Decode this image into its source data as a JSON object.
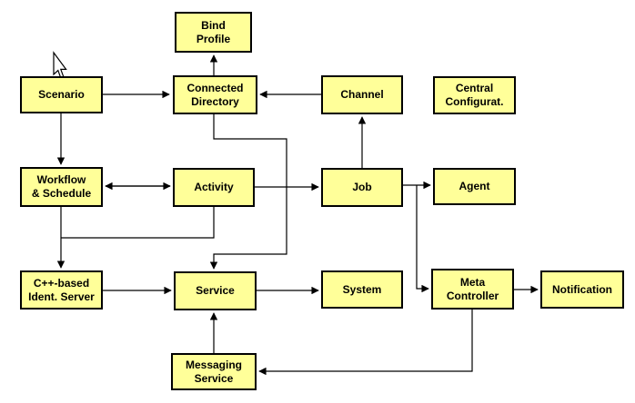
{
  "diagram": {
    "background_color": "#ffffff",
    "node_fill_color": "#ffff99",
    "node_border_color": "#000000",
    "connector_color": "#000000",
    "nodes": {
      "bind_profile": {
        "label": "Bind\nProfile"
      },
      "scenario": {
        "label": "Scenario"
      },
      "connected_directory": {
        "label": "Connected\nDirectory"
      },
      "channel": {
        "label": "Channel"
      },
      "central_configurator": {
        "label": "Central\nConfigurat."
      },
      "workflow_schedule": {
        "label": "Workflow\n& Schedule"
      },
      "activity": {
        "label": "Activity"
      },
      "job": {
        "label": "Job"
      },
      "agent": {
        "label": "Agent"
      },
      "cpp_ident_server": {
        "label": "C++-based\nIdent. Server"
      },
      "service": {
        "label": "Service"
      },
      "system": {
        "label": "System"
      },
      "meta_controller": {
        "label": "Meta\nController"
      },
      "notification": {
        "label": "Notification"
      },
      "messaging_service": {
        "label": "Messaging\nService"
      }
    },
    "edges": [
      {
        "from": "Scenario",
        "to": "Connected Directory",
        "bidirectional": false
      },
      {
        "from": "Channel",
        "to": "Connected Directory",
        "bidirectional": false
      },
      {
        "from": "Connected Directory",
        "to": "Bind Profile",
        "bidirectional": false
      },
      {
        "from": "Scenario",
        "to": "Workflow & Schedule",
        "bidirectional": false
      },
      {
        "from": "Workflow & Schedule",
        "to": "Activity",
        "bidirectional": true
      },
      {
        "from": "Activity",
        "to": "Job",
        "bidirectional": false
      },
      {
        "from": "Job",
        "to": "Channel",
        "bidirectional": false
      },
      {
        "from": "Job",
        "to": "Agent",
        "bidirectional": false
      },
      {
        "from": "Job",
        "to": "Meta Controller",
        "bidirectional": false
      },
      {
        "from": "Connected Directory",
        "to": "Service",
        "bidirectional": false
      },
      {
        "from": "Workflow & Schedule",
        "to": "C++-based Ident. Server",
        "bidirectional": false
      },
      {
        "from": "Activity",
        "to": "C++-based Ident. Server",
        "bidirectional": false
      },
      {
        "from": "C++-based Ident. Server",
        "to": "Service",
        "bidirectional": false
      },
      {
        "from": "Service",
        "to": "System",
        "bidirectional": false
      },
      {
        "from": "Messaging Service",
        "to": "Service",
        "bidirectional": false
      },
      {
        "from": "Meta Controller",
        "to": "Messaging Service",
        "bidirectional": false
      },
      {
        "from": "Meta Controller",
        "to": "Notification",
        "bidirectional": false
      }
    ]
  }
}
